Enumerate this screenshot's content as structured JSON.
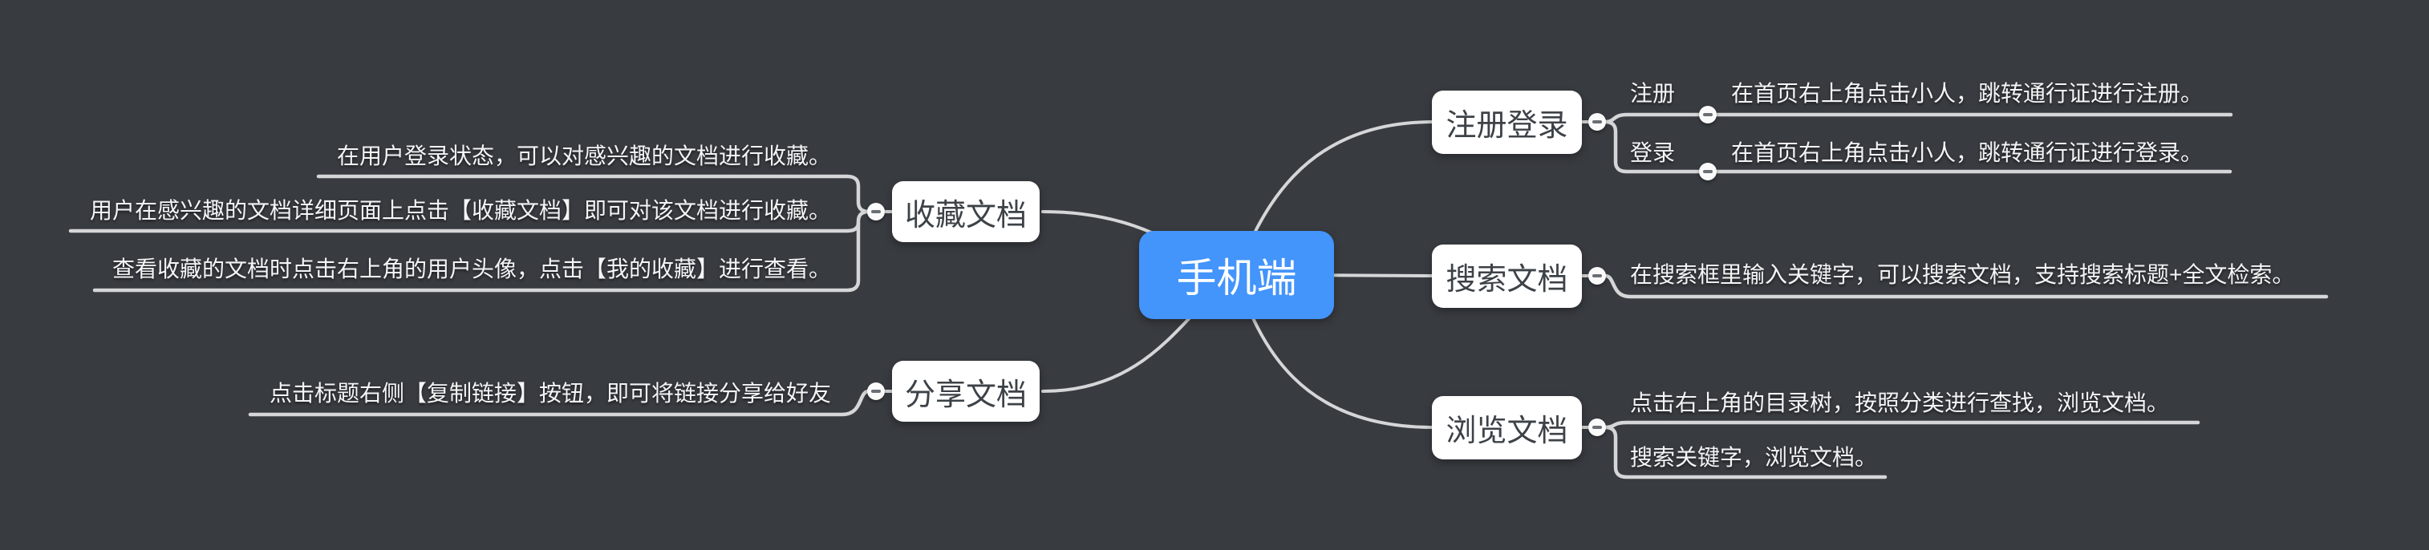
{
  "colors": {
    "canvas_bg": "#383b40",
    "line": "#d5d6d7",
    "node_bg": "#ffffff",
    "node_text": "#3d4247",
    "center_bg": "#4394fb",
    "center_text": "#ffffff",
    "child_text": "#f4f5f6",
    "dot_bg": "#fafafa",
    "dot_minus": "#6a6f74"
  },
  "center_node": {
    "label": "手机端"
  },
  "right_branches": [
    {
      "label": "注册登录",
      "children": [
        {
          "label": "注册",
          "desc": "在首页右上角点击小人，跳转通行证进行注册。"
        },
        {
          "label": "登录",
          "desc": "在首页右上角点击小人，跳转通行证进行登录。"
        }
      ]
    },
    {
      "label": "搜索文档",
      "children": [
        {
          "desc": "在搜索框里输入关键字，可以搜索文档，支持搜索标题+全文检索。"
        }
      ]
    },
    {
      "label": "浏览文档",
      "children": [
        {
          "desc": "点击右上角的目录树，按照分类进行查找，浏览文档。"
        },
        {
          "desc": "搜索关键字，浏览文档。"
        }
      ]
    }
  ],
  "left_branches": [
    {
      "label": "收藏文档",
      "children": [
        {
          "desc": "在用户登录状态，可以对感兴趣的文档进行收藏。"
        },
        {
          "desc": "用户在感兴趣的文档详细页面上点击【收藏文档】即可对该文档进行收藏。"
        },
        {
          "desc": "查看收藏的文档时点击右上角的用户头像，点击【我的收藏】进行查看。"
        }
      ]
    },
    {
      "label": "分享文档",
      "children": [
        {
          "desc": "点击标题右侧【复制链接】按钮，即可将链接分享给好友"
        }
      ]
    }
  ]
}
